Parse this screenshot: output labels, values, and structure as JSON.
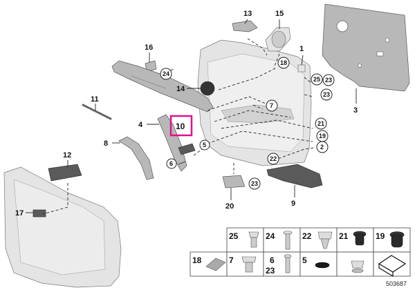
{
  "labels": {
    "l1": "1",
    "l2": "2",
    "l3": "3",
    "l4": "4",
    "l5": "5",
    "l6": "6",
    "l7": "7",
    "l8": "8",
    "l9": "9",
    "l10": "10",
    "l11": "11",
    "l12": "12",
    "l13": "13",
    "l14": "14",
    "l15": "15",
    "l16": "16",
    "l17": "17",
    "l18": "18",
    "l19": "19",
    "l20": "20",
    "l21": "21",
    "l22": "22",
    "l23": "23",
    "l24": "24",
    "l25": "25"
  },
  "legend": {
    "row1": [
      "25",
      "24",
      "22",
      "21",
      "19"
    ],
    "row2": [
      "18",
      "7",
      "6",
      "23",
      "5"
    ]
  },
  "footer_code": "503687",
  "highlight_color": "#e0108a"
}
